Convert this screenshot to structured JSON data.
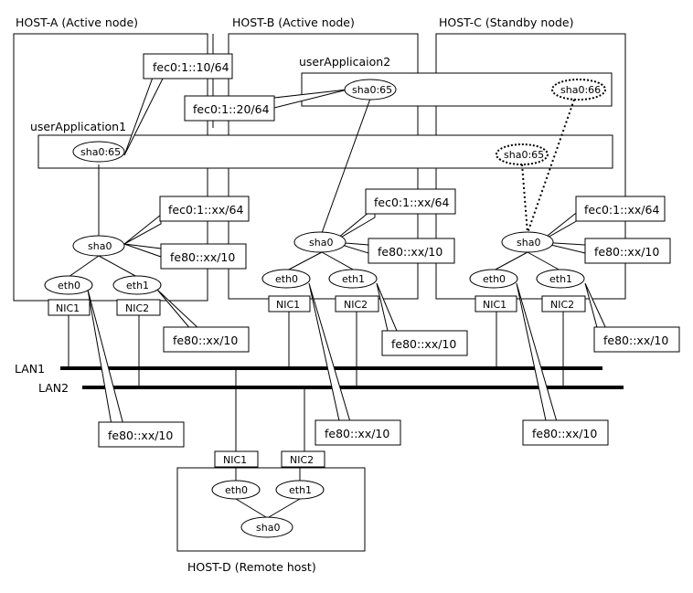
{
  "hosts": {
    "a": "HOST-A (Active node)",
    "b": "HOST-B (Active node)",
    "c": "HOST-C (Standby node)",
    "d": "HOST-D (Remote host)"
  },
  "apps": {
    "app1": "userApplication1",
    "app2": "userApplicaion2"
  },
  "lans": {
    "lan1": "LAN1",
    "lan2": "LAN2"
  },
  "nodes": {
    "sha0": "sha0",
    "sha0_65": "sha0:65",
    "sha0_66": "sha0:66",
    "eth0": "eth0",
    "eth1": "eth1"
  },
  "nics": {
    "nic1": "NIC1",
    "nic2": "NIC2"
  },
  "addresses": {
    "fec0_1_10": "fec0:1::10/64",
    "fec0_1_20": "fec0:1::20/64",
    "fec0_1_xx": "fec0:1::xx/64",
    "fe80_xx": "fe80::xx/10"
  }
}
